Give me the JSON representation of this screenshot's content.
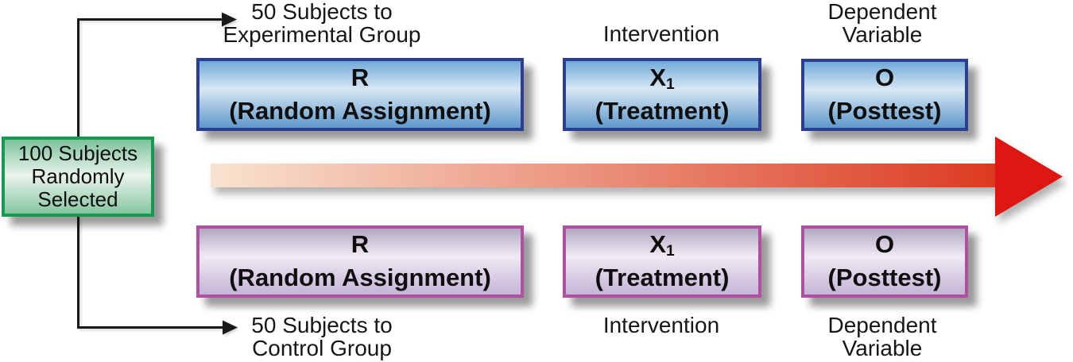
{
  "colors": {
    "text": "#161616",
    "connector": "#1a1a1a",
    "green_border": "#169a52",
    "green_top": "#7dc19c",
    "green_mid": "#e9f4ec",
    "green_bottom": "#86c5a1",
    "blue_border": "#2c3e94",
    "blue_top": "#72aad9",
    "blue_mid": "#d8e7f4",
    "blue_bottom": "#5e98ca",
    "purple_border": "#b150a0",
    "purple_top": "#b2a8c2",
    "purple_mid": "#efeaf3",
    "purple_bottom": "#c5b4d7",
    "arrow_gradient_start": "#f8e3d0",
    "arrow_gradient_end": "#dc3a21",
    "arrow_head": "#de1712"
  },
  "source_box": {
    "line1": "100 Subjects",
    "line2": "Randomly",
    "line3": "Selected"
  },
  "top": {
    "branch_label_line1": "50 Subjects to",
    "branch_label_line2": "Experimental Group",
    "intervention_label": "Intervention",
    "dependent_label_line1": "Dependent",
    "dependent_label_line2": "Variable",
    "random_box": {
      "symbol": "R",
      "sub": "",
      "caption": "(Random Assignment)"
    },
    "treatment_box": {
      "symbol": "X",
      "sub": "1",
      "caption": "(Treatment)"
    },
    "posttest_box": {
      "symbol": "O",
      "sub": "",
      "caption": "(Posttest)"
    }
  },
  "bottom": {
    "branch_label_line1": "50 Subjects to",
    "branch_label_line2": "Control Group",
    "intervention_label": "Intervention",
    "dependent_label_line1": "Dependent",
    "dependent_label_line2": "Variable",
    "random_box": {
      "symbol": "R",
      "sub": "",
      "caption": "(Random Assignment)"
    },
    "treatment_box": {
      "symbol": "X",
      "sub": "1",
      "caption": "(Treatment)"
    },
    "posttest_box": {
      "symbol": "O",
      "sub": "",
      "caption": "(Posttest)"
    }
  }
}
